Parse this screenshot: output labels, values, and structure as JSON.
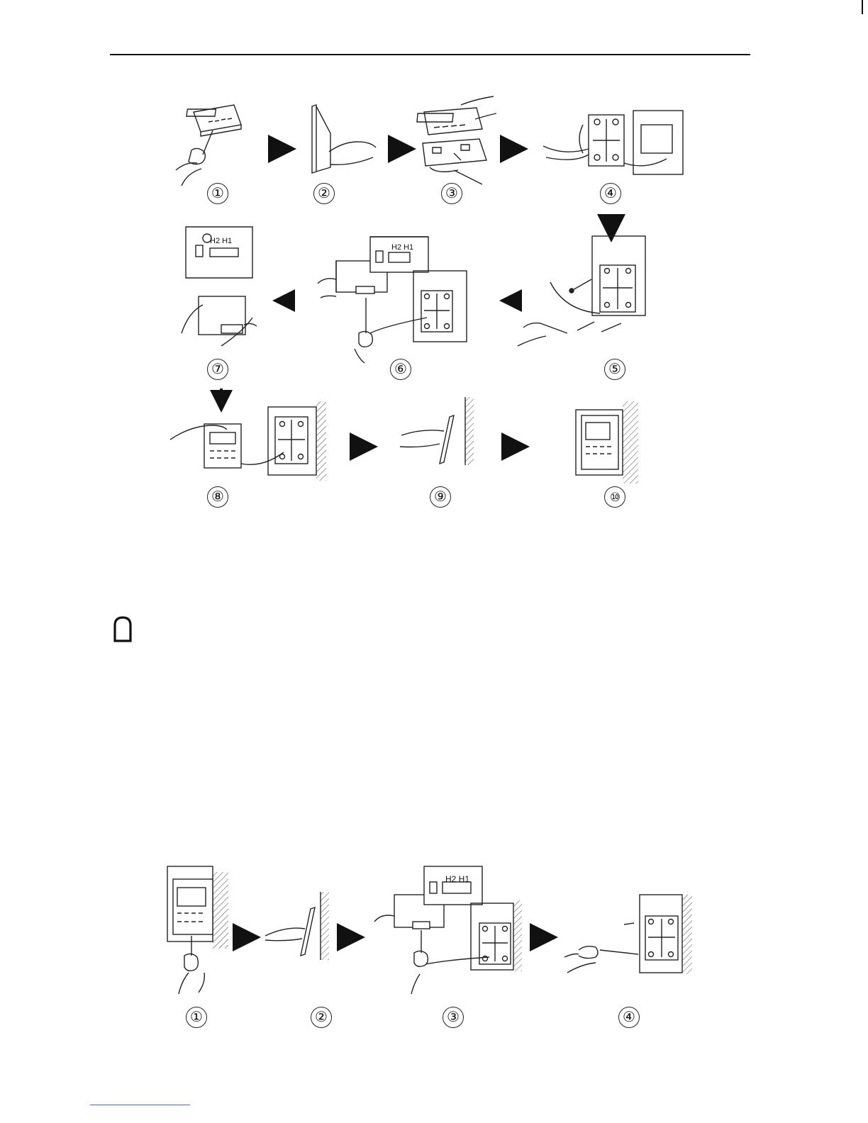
{
  "header": {
    "rule": true
  },
  "install": {
    "steps": [
      "①",
      "②",
      "③",
      "④",
      "⑤",
      "⑥",
      "⑦",
      "⑧",
      "⑨",
      "⑩"
    ],
    "terminal_label": "H2  H1",
    "terminal_label_small": "H2 H1"
  },
  "removal": {
    "steps": [
      "①",
      "②",
      "③",
      "④"
    ],
    "terminal_label": "H2  H1"
  },
  "colors": {
    "ink": "#111111",
    "link": "#3a6fd0"
  },
  "icons": {
    "note": "note-bracket-icon",
    "arrow": "arrow-right-icon"
  }
}
